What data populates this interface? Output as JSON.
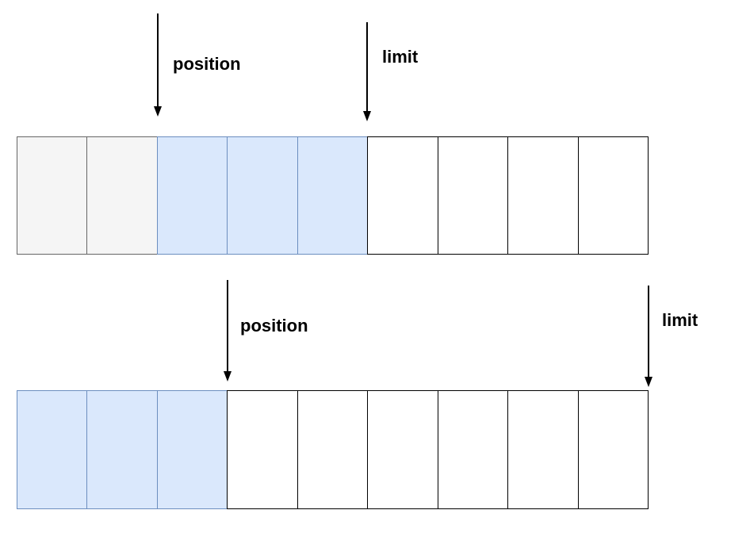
{
  "colors": {
    "canvas-bg": "#ffffff",
    "cell-gray-fill": "#f5f5f5",
    "cell-gray-stroke": "#666666",
    "cell-blue-fill": "#dae8fc",
    "cell-blue-stroke": "#6c8ebf",
    "cell-white-fill": "#ffffff",
    "cell-white-stroke": "#000000",
    "arrow-color": "#000000",
    "label-color": "#000000"
  },
  "figures": [
    {
      "id": "buffer-top",
      "row": {
        "cell_count": 9,
        "cells": [
          "gray",
          "gray",
          "blue",
          "blue",
          "blue",
          "white",
          "white",
          "white",
          "white"
        ]
      },
      "pointers": [
        {
          "label": "position",
          "points_at_cell_boundary": 2
        },
        {
          "label": "limit",
          "points_at_cell_boundary": 5
        }
      ]
    },
    {
      "id": "buffer-bottom",
      "row": {
        "cell_count": 9,
        "cells": [
          "blue",
          "blue",
          "blue",
          "white",
          "white",
          "white",
          "white",
          "white",
          "white"
        ]
      },
      "pointers": [
        {
          "label": "position",
          "points_at_cell_boundary": 3
        },
        {
          "label": "limit",
          "points_at_cell_boundary": 9
        }
      ]
    }
  ]
}
